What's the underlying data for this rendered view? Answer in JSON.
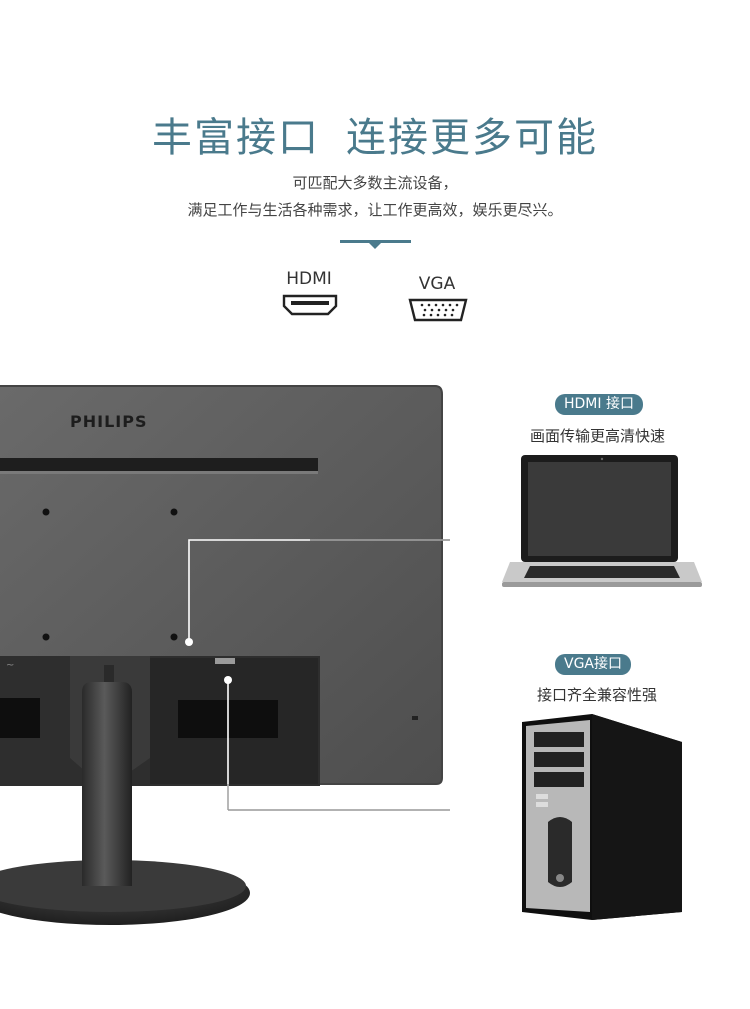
{
  "header": {
    "title_part1": "丰富接口",
    "title_part2": "连接更多可能",
    "subtitle_line1": "可匹配大多数主流设备，",
    "subtitle_line2": "满足工作与生活各种需求，让工作更高效，娱乐更尽兴。"
  },
  "ports": [
    {
      "label": "HDMI",
      "icon": "hdmi-port-icon"
    },
    {
      "label": "VGA",
      "icon": "vga-port-icon"
    }
  ],
  "monitor": {
    "brand": "PHILIPS"
  },
  "connections": [
    {
      "badge": "HDMI 接口",
      "caption": "画面传输更高清快速",
      "device_icon": "laptop-icon"
    },
    {
      "badge": "VGA接口",
      "caption": "接口齐全兼容性强",
      "device_icon": "desktop-tower-icon"
    }
  ],
  "colors": {
    "accent": "#4a7a8c",
    "monitor_body": "#5b5b5b",
    "connector_line": "#ffffff"
  }
}
